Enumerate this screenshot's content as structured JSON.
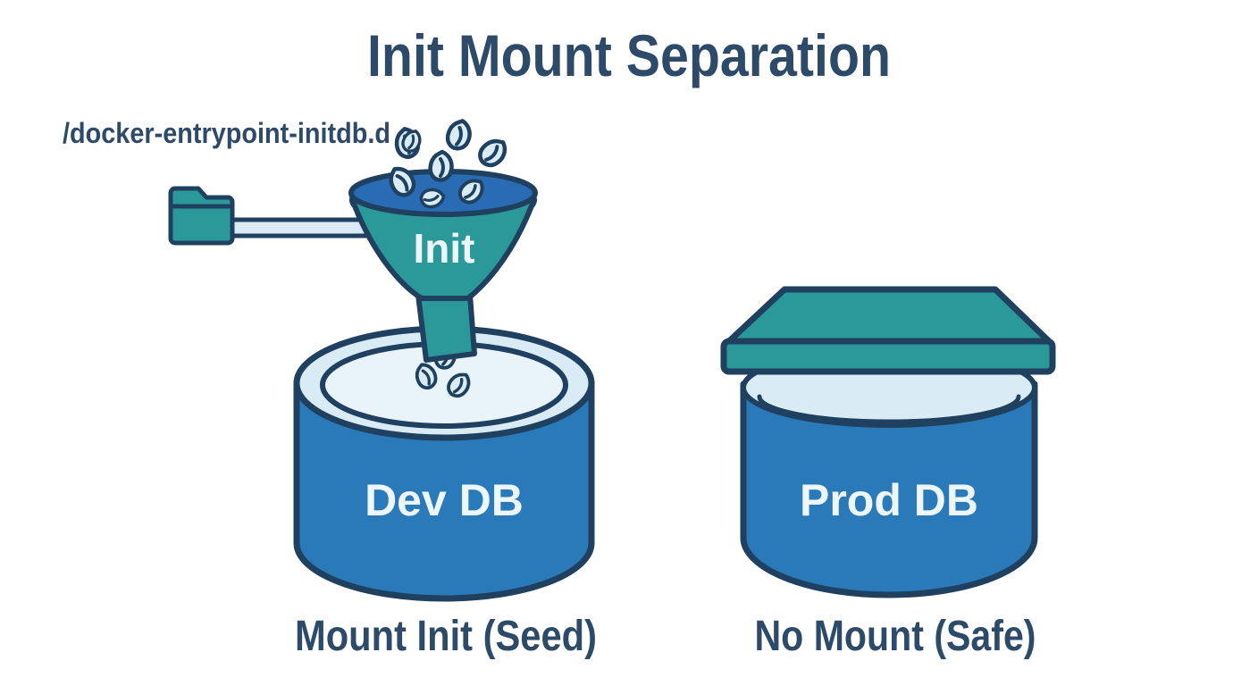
{
  "title": "Init Mount Separation",
  "colors": {
    "navy": "#204060",
    "navy-text": "#2d4b68",
    "teal": "#2b9899",
    "blue": "#2a7ab9",
    "mouth-blue": "#2a6cb4",
    "light": "#d9ecf5",
    "lighter": "#e9f4fa",
    "text-on-dark": "#ecf6fb",
    "background": "#ffffff"
  },
  "left_group": {
    "mount_path_label": "/docker-entrypoint-initdb.d",
    "funnel_label": "Init",
    "db_label": "Dev DB",
    "caption": "Mount Init (Seed)"
  },
  "right_group": {
    "db_label": "Prod DB",
    "caption": "No Mount (Safe)"
  },
  "icons": {
    "folder": "folder-icon",
    "seed": "seed-icon",
    "funnel": "funnel-icon",
    "database": "database-cylinder-icon",
    "lid": "lid-icon",
    "pipe": "pipe-connector-icon"
  }
}
